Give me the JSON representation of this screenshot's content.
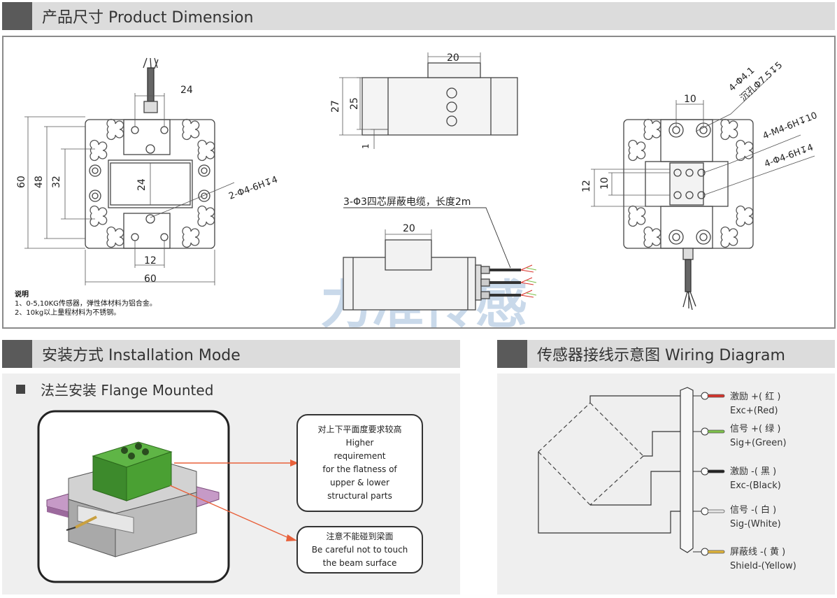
{
  "headers": {
    "dimension": "产品尺寸 Product Dimension",
    "installation": "安装方式 Installation Mode",
    "wiring": "传感器接线示意图  Wiring Diagram"
  },
  "dimension": {
    "front_view": {
      "dims": [
        "24",
        "60",
        "48",
        "32",
        "24",
        "12",
        "60"
      ],
      "hole_note": "2-Φ4-6H↧4"
    },
    "side_view": {
      "dims": [
        "20",
        "27",
        "25",
        "1"
      ]
    },
    "cable_note": "3-Φ3四芯屏蔽电缆，长度2m",
    "bottom_view": {
      "dims": [
        "20"
      ]
    },
    "rear_view": {
      "dims": [
        "10",
        "12",
        "10"
      ],
      "note_holes_1": "4-Φ4.1",
      "note_holes_2": "沉孔Φ7.5↧5",
      "note_thread": "4-M4-6H↧10",
      "note_pin": "4-Φ4-6H↧4"
    },
    "watermark": "力准传感",
    "notes": {
      "heading": "说明",
      "line1": "1、0-5,10KG传感器，弹性体材料为铝合金。",
      "line2": "2、10kg以上量程材料为不锈钢。"
    }
  },
  "installation": {
    "subtitle": "法兰安装 Flange Mounted",
    "callout1": [
      "对上下平面度要求较高",
      "Higher",
      "requirement",
      "for the flatness of",
      "upper & lower",
      "structural parts"
    ],
    "callout2": [
      "注意不能碰到梁面",
      "Be careful not to touch",
      "the beam surface"
    ]
  },
  "wiring": {
    "wires": [
      {
        "cn": "激励 +( 红 )",
        "en": "Exc+(Red)",
        "color": "#d8322a"
      },
      {
        "cn": "信号 +( 绿 )",
        "en": "Sig+(Green)",
        "color": "#7cc04a"
      },
      {
        "cn": "激励 -( 黑 )",
        "en": "Exc-(Black)",
        "color": "#222222"
      },
      {
        "cn": "信号 -( 白 )",
        "en": "Sig-(White)",
        "color": "#e8e8e8"
      },
      {
        "cn": "屏蔽线 -( 黄 )",
        "en": "Shield-(Yellow)",
        "color": "#e0b43a"
      }
    ]
  },
  "colors": {
    "header_bg": "#dcdcdc",
    "header_accent": "#5a5a5a",
    "panel_bg": "#efefef",
    "watermark": "#c9d9ea",
    "arrow": "#e8603a"
  }
}
